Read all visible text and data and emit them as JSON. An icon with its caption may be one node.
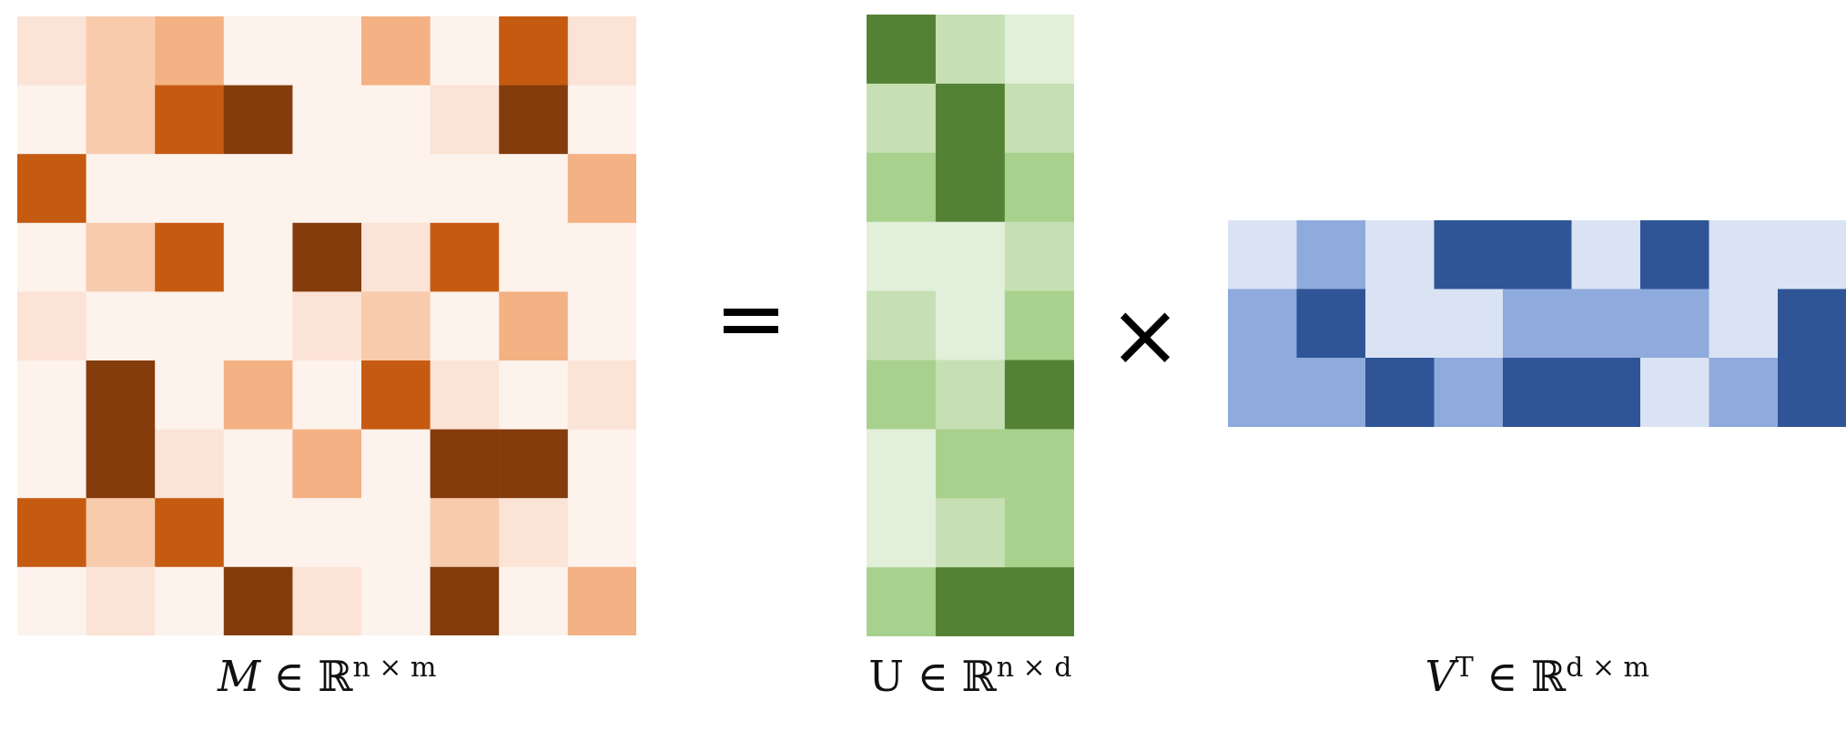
{
  "diagram": {
    "nodes": [
      {
        "text": [
          "*M* ∈ ℝ$^{n × m}$"
        ]
      },
      {
        "text": [
          "U ∈ ℝ$^{n × d}$"
        ]
      },
      {
        "text": [
          "*V*$^{T}$ ∈ ℝ$^{d × m}$"
        ]
      }
    ],
    "labels": [
      "=",
      "×"
    ]
  }
}
